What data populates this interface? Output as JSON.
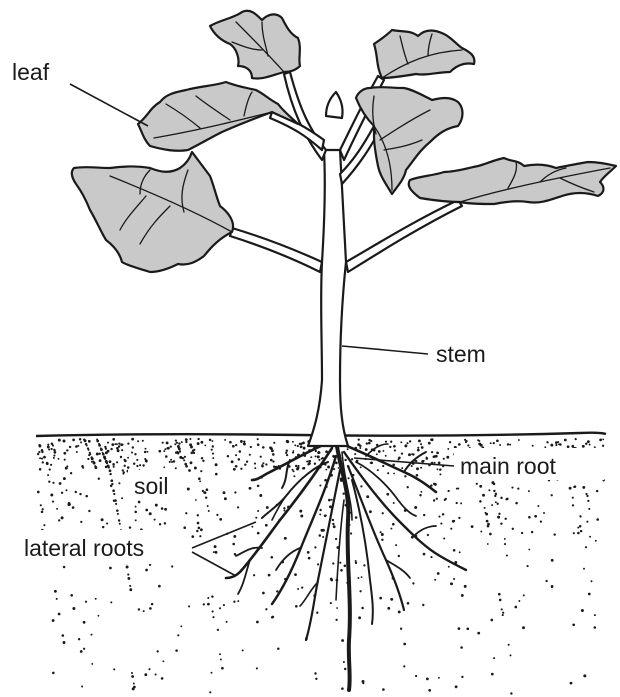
{
  "labels": {
    "leaf": "leaf",
    "stem": "stem",
    "main_root": "main root",
    "soil": "soil",
    "lateral_roots": "lateral roots"
  },
  "colors": {
    "leaf_fill": "#c9c9c9",
    "outline": "#1a1a1a",
    "background": "#ffffff"
  }
}
